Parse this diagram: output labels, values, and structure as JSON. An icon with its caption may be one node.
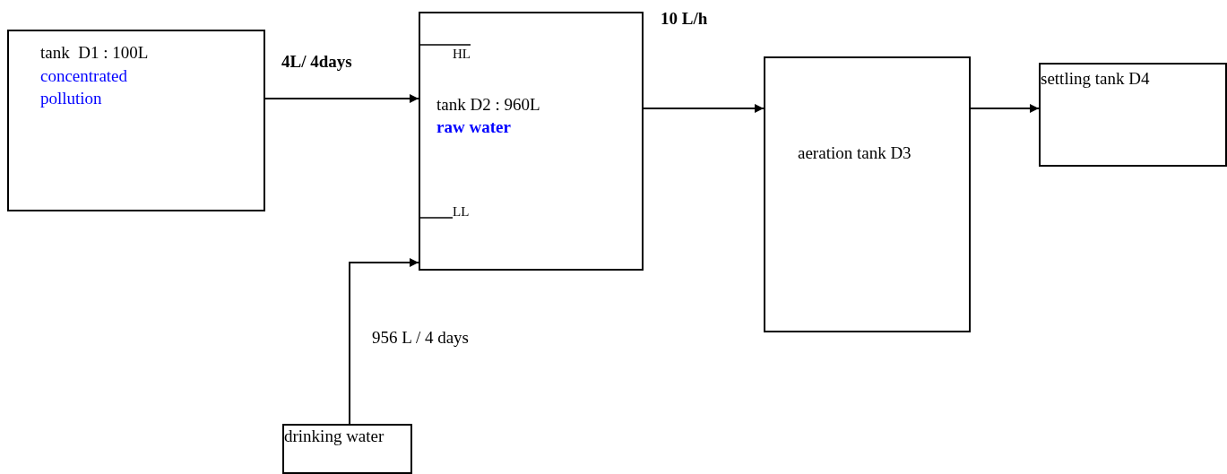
{
  "diagram": {
    "nodes": [
      {
        "text": [
          "tank  D1 : 100L",
          "concentrated pollution"
        ]
      },
      {
        "text": [
          "tank D2 : 960L",
          "raw water"
        ]
      },
      {
        "text": [
          "aeration tank D3"
        ]
      },
      {
        "text": [
          "settling tank D4"
        ]
      },
      {
        "text": [
          "drinking water"
        ]
      }
    ],
    "edges": [
      {
        "from": 0,
        "to": 1,
        "arrow": "to",
        "label": "4L/ 4days"
      },
      {
        "from": 1,
        "to": 2,
        "arrow": "to",
        "label": "10 L/h"
      },
      {
        "from": 2,
        "to": 3,
        "arrow": "to"
      },
      {
        "from": 4,
        "to": 1,
        "arrow": "to",
        "label": "956 L / 4 days"
      }
    ],
    "labels": [
      "HL",
      "LL"
    ]
  }
}
